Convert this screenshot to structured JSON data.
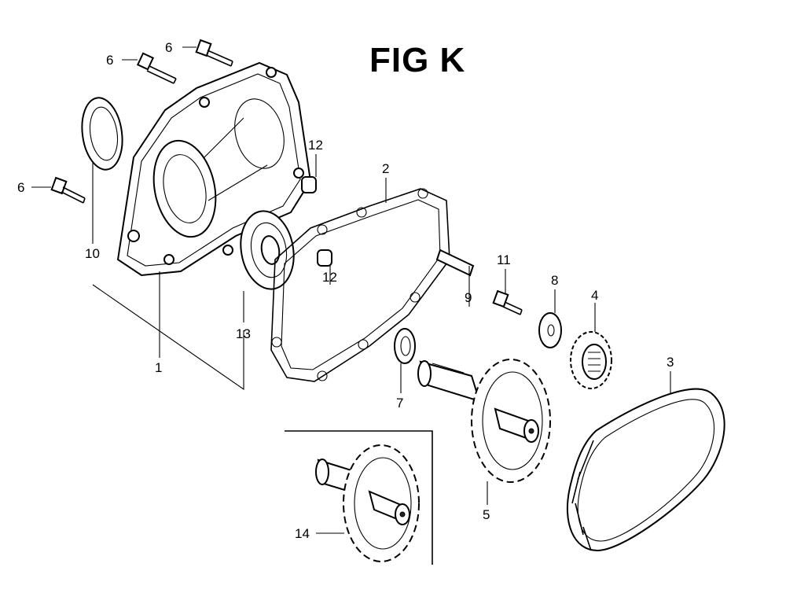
{
  "figure": {
    "title": "FIG K"
  },
  "callouts": {
    "c1": "1",
    "c2": "2",
    "c3": "3",
    "c4": "4",
    "c5": "5",
    "c6a": "6",
    "c6b": "6",
    "c6c": "6",
    "c7": "7",
    "c8": "8",
    "c9": "9",
    "c10": "10",
    "c11": "11",
    "c12a": "12",
    "c12b": "12",
    "c13": "13",
    "c14": "14"
  }
}
